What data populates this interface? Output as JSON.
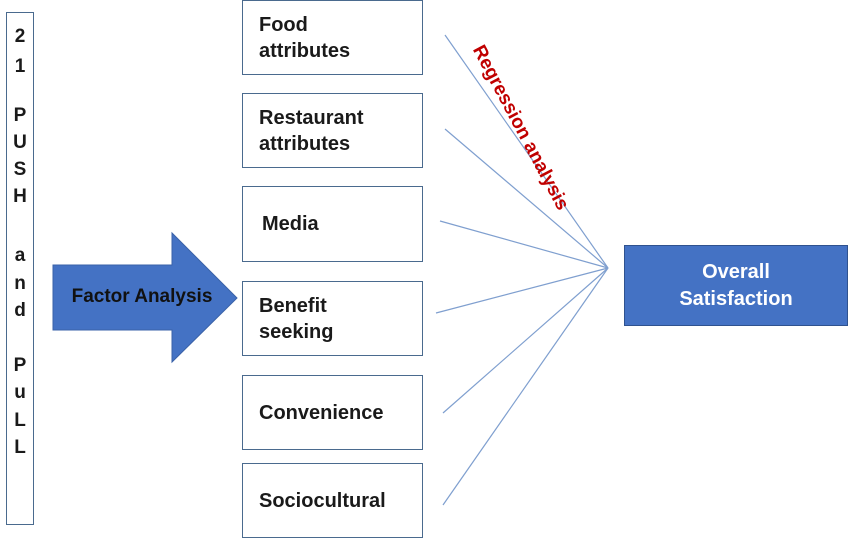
{
  "left_column": {
    "chars": [
      "2",
      "1",
      "P",
      "U",
      "S",
      "H",
      "a",
      "n",
      "d",
      "P",
      "u",
      "L",
      "L"
    ]
  },
  "arrow": {
    "label": "Factor Analysis",
    "color": "#4472c4"
  },
  "factors": [
    {
      "line1": "Food",
      "line2": "attributes"
    },
    {
      "line1": "Restaurant",
      "line2": "attributes"
    },
    {
      "line1": "Media",
      "line2": ""
    },
    {
      "line1": "Benefit",
      "line2": "seeking"
    },
    {
      "line1": "Convenience",
      "line2": ""
    },
    {
      "line1": "Sociocultural",
      "line2": ""
    }
  ],
  "regression": {
    "label": "Regression analysis",
    "color": "#c00000"
  },
  "outcome": {
    "line1": "Overall",
    "line2": "Satisfaction",
    "color": "#4472c4"
  }
}
